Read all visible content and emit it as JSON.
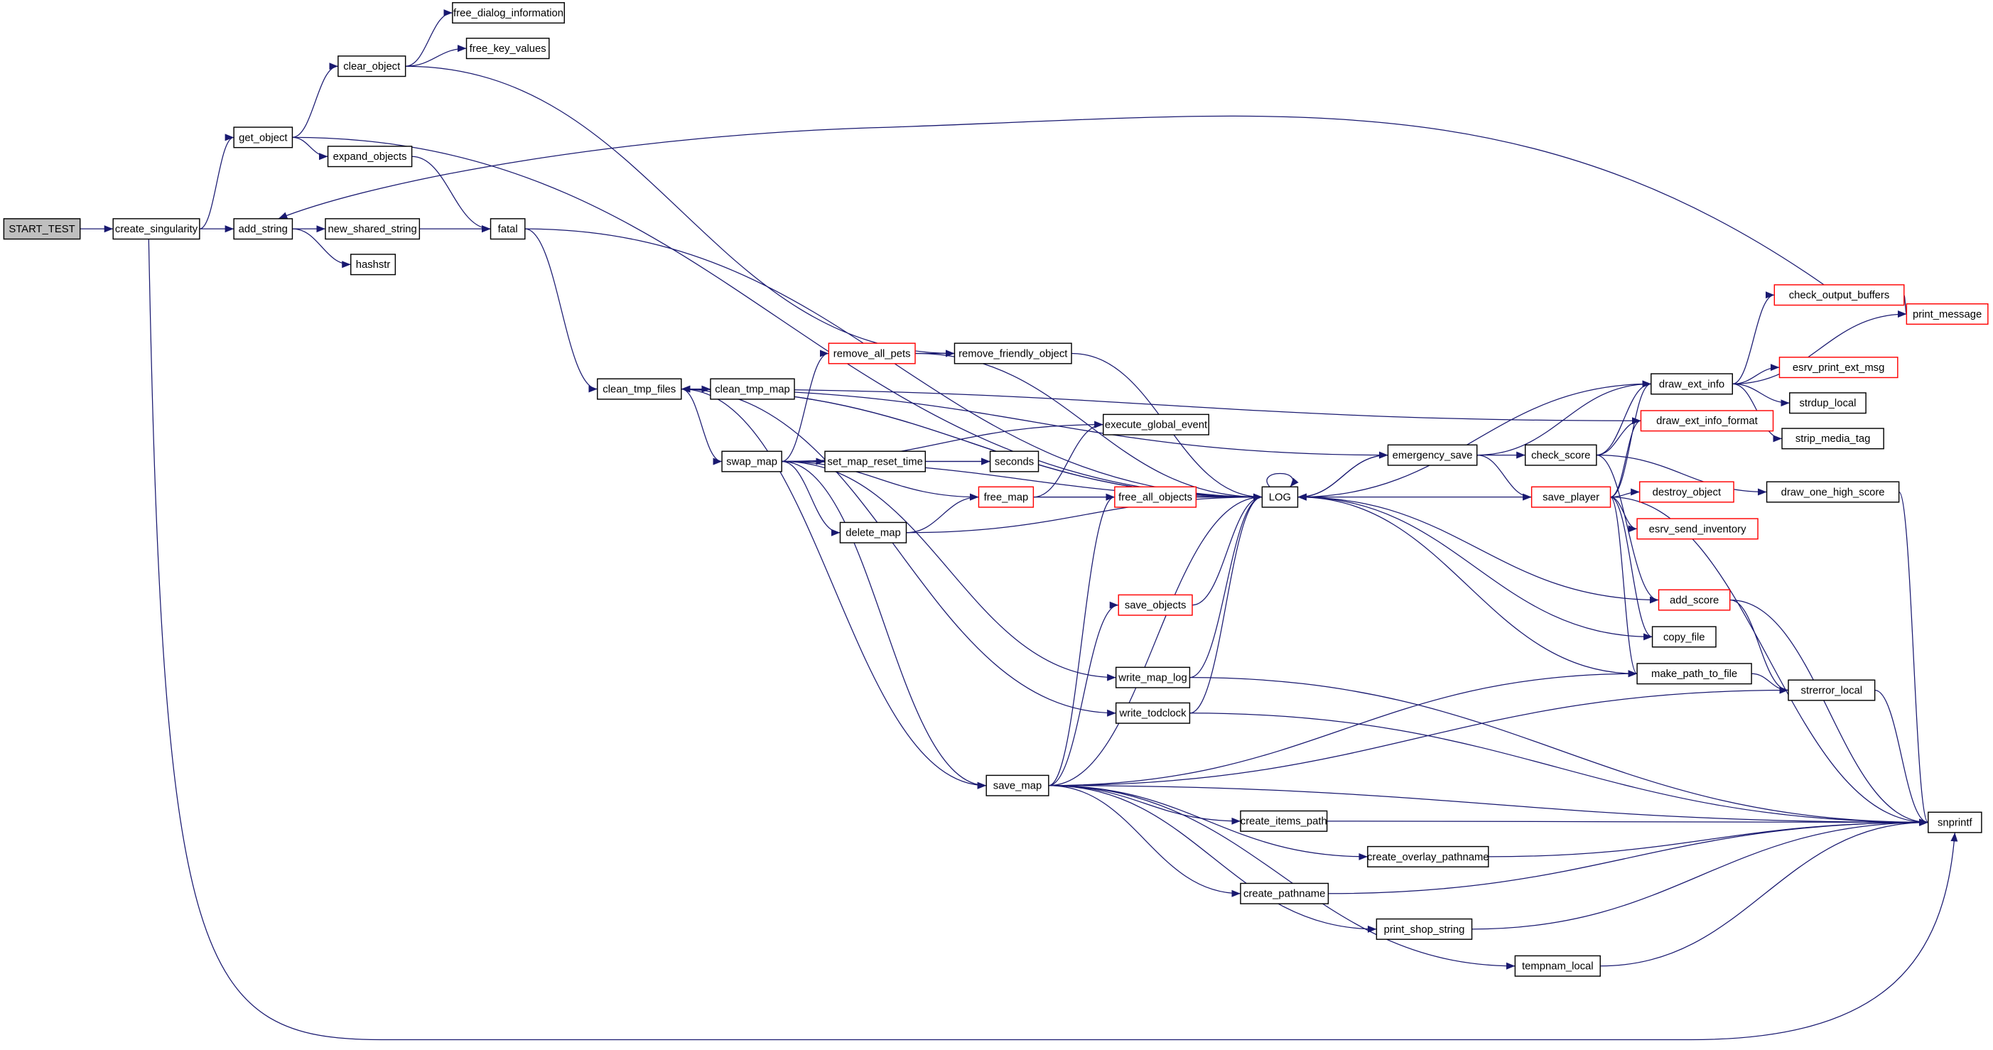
{
  "graph": {
    "type": "call-graph",
    "edge_color": "#191970",
    "truncated_border_color": "#ff0000",
    "root_fill": "#bfbfbf",
    "nodes": [
      {
        "id": "START_TEST",
        "label": "START_TEST",
        "root": true
      },
      {
        "id": "create_singularity",
        "label": "create_singularity"
      },
      {
        "id": "get_object",
        "label": "get_object"
      },
      {
        "id": "clear_object",
        "label": "clear_object"
      },
      {
        "id": "free_dialog_information",
        "label": "free_dialog_information"
      },
      {
        "id": "free_key_values",
        "label": "free_key_values"
      },
      {
        "id": "expand_objects",
        "label": "expand_objects"
      },
      {
        "id": "add_string",
        "label": "add_string"
      },
      {
        "id": "new_shared_string",
        "label": "new_shared_string"
      },
      {
        "id": "hashstr",
        "label": "hashstr"
      },
      {
        "id": "fatal",
        "label": "fatal"
      },
      {
        "id": "clean_tmp_files",
        "label": "clean_tmp_files"
      },
      {
        "id": "clean_tmp_map",
        "label": "clean_tmp_map"
      },
      {
        "id": "swap_map",
        "label": "swap_map"
      },
      {
        "id": "remove_all_pets",
        "label": "remove_all_pets",
        "truncated": true
      },
      {
        "id": "remove_friendly_object",
        "label": "remove_friendly_object"
      },
      {
        "id": "execute_global_event",
        "label": "execute_global_event"
      },
      {
        "id": "set_map_reset_time",
        "label": "set_map_reset_time"
      },
      {
        "id": "seconds",
        "label": "seconds"
      },
      {
        "id": "free_map",
        "label": "free_map",
        "truncated": true
      },
      {
        "id": "free_all_objects",
        "label": "free_all_objects",
        "truncated": true
      },
      {
        "id": "delete_map",
        "label": "delete_map"
      },
      {
        "id": "LOG",
        "label": "LOG"
      },
      {
        "id": "emergency_save",
        "label": "emergency_save"
      },
      {
        "id": "save_objects",
        "label": "save_objects",
        "truncated": true
      },
      {
        "id": "write_map_log",
        "label": "write_map_log"
      },
      {
        "id": "write_todclock",
        "label": "write_todclock"
      },
      {
        "id": "save_map",
        "label": "save_map"
      },
      {
        "id": "create_items_path",
        "label": "create_items_path"
      },
      {
        "id": "create_overlay_pathname",
        "label": "create_overlay_pathname"
      },
      {
        "id": "create_pathname",
        "label": "create_pathname"
      },
      {
        "id": "print_shop_string",
        "label": "print_shop_string"
      },
      {
        "id": "tempnam_local",
        "label": "tempnam_local"
      },
      {
        "id": "snprintf",
        "label": "snprintf"
      },
      {
        "id": "check_score",
        "label": "check_score"
      },
      {
        "id": "save_player",
        "label": "save_player",
        "truncated": true
      },
      {
        "id": "draw_ext_info",
        "label": "draw_ext_info"
      },
      {
        "id": "draw_ext_info_format",
        "label": "draw_ext_info_format",
        "truncated": true
      },
      {
        "id": "check_output_buffers",
        "label": "check_output_buffers",
        "truncated": true
      },
      {
        "id": "print_message",
        "label": "print_message",
        "truncated": true
      },
      {
        "id": "esrv_print_ext_msg",
        "label": "esrv_print_ext_msg",
        "truncated": true
      },
      {
        "id": "strdup_local",
        "label": "strdup_local"
      },
      {
        "id": "strip_media_tag",
        "label": "strip_media_tag"
      },
      {
        "id": "draw_one_high_score",
        "label": "draw_one_high_score"
      },
      {
        "id": "destroy_object",
        "label": "destroy_object",
        "truncated": true
      },
      {
        "id": "esrv_send_inventory",
        "label": "esrv_send_inventory",
        "truncated": true
      },
      {
        "id": "add_score",
        "label": "add_score",
        "truncated": true
      },
      {
        "id": "copy_file",
        "label": "copy_file"
      },
      {
        "id": "make_path_to_file",
        "label": "make_path_to_file"
      },
      {
        "id": "strerror_local",
        "label": "strerror_local"
      }
    ],
    "edges": [
      [
        "START_TEST",
        "create_singularity"
      ],
      [
        "create_singularity",
        "get_object"
      ],
      [
        "create_singularity",
        "add_string"
      ],
      [
        "create_singularity",
        "snprintf"
      ],
      [
        "get_object",
        "clear_object"
      ],
      [
        "get_object",
        "expand_objects"
      ],
      [
        "get_object",
        "LOG"
      ],
      [
        "clear_object",
        "free_dialog_information"
      ],
      [
        "clear_object",
        "free_key_values"
      ],
      [
        "clear_object",
        "remove_friendly_object"
      ],
      [
        "expand_objects",
        "fatal"
      ],
      [
        "add_string",
        "new_shared_string"
      ],
      [
        "add_string",
        "hashstr"
      ],
      [
        "new_shared_string",
        "fatal"
      ],
      [
        "fatal",
        "LOG"
      ],
      [
        "fatal",
        "clean_tmp_files"
      ],
      [
        "check_output_buffers",
        "add_string"
      ],
      [
        "check_output_buffers",
        "print_message"
      ],
      [
        "clean_tmp_files",
        "clean_tmp_map"
      ],
      [
        "clean_tmp_files",
        "swap_map"
      ],
      [
        "clean_tmp_files",
        "save_map"
      ],
      [
        "clean_tmp_files",
        "write_todclock"
      ],
      [
        "clean_tmp_files",
        "LOG"
      ],
      [
        "clean_tmp_files",
        "emergency_save"
      ],
      [
        "LOG",
        "clean_tmp_files"
      ],
      [
        "draw_ext_info_format",
        "clean_tmp_files"
      ],
      [
        "swap_map",
        "remove_all_pets"
      ],
      [
        "swap_map",
        "execute_global_event"
      ],
      [
        "swap_map",
        "seconds"
      ],
      [
        "swap_map",
        "set_map_reset_time"
      ],
      [
        "swap_map",
        "free_map"
      ],
      [
        "swap_map",
        "delete_map"
      ],
      [
        "swap_map",
        "LOG"
      ],
      [
        "swap_map",
        "write_map_log"
      ],
      [
        "swap_map",
        "save_map"
      ],
      [
        "remove_all_pets",
        "remove_friendly_object"
      ],
      [
        "remove_all_pets",
        "LOG"
      ],
      [
        "remove_friendly_object",
        "LOG"
      ],
      [
        "set_map_reset_time",
        "seconds"
      ],
      [
        "free_map",
        "execute_global_event"
      ],
      [
        "free_map",
        "free_all_objects"
      ],
      [
        "free_map",
        "LOG"
      ],
      [
        "free_all_objects",
        "LOG"
      ],
      [
        "delete_map",
        "free_map"
      ],
      [
        "delete_map",
        "LOG"
      ],
      [
        "save_map",
        "free_all_objects"
      ],
      [
        "save_map",
        "save_objects"
      ],
      [
        "save_map",
        "LOG"
      ],
      [
        "save_map",
        "make_path_to_file"
      ],
      [
        "save_map",
        "strerror_local"
      ],
      [
        "save_map",
        "create_items_path"
      ],
      [
        "save_map",
        "create_overlay_pathname"
      ],
      [
        "save_map",
        "create_pathname"
      ],
      [
        "save_map",
        "print_shop_string"
      ],
      [
        "save_map",
        "tempnam_local"
      ],
      [
        "save_map",
        "snprintf"
      ],
      [
        "save_objects",
        "LOG"
      ],
      [
        "write_map_log",
        "LOG"
      ],
      [
        "write_map_log",
        "snprintf"
      ],
      [
        "write_todclock",
        "LOG"
      ],
      [
        "write_todclock",
        "snprintf"
      ],
      [
        "LOG",
        "LOG"
      ],
      [
        "LOG",
        "emergency_save"
      ],
      [
        "emergency_save",
        "LOG"
      ],
      [
        "emergency_save",
        "check_score"
      ],
      [
        "emergency_save",
        "save_player"
      ],
      [
        "emergency_save",
        "draw_ext_info"
      ],
      [
        "check_score",
        "draw_ext_info"
      ],
      [
        "check_score",
        "draw_ext_info_format"
      ],
      [
        "check_score",
        "add_score"
      ],
      [
        "check_score",
        "draw_one_high_score"
      ],
      [
        "save_player",
        "LOG"
      ],
      [
        "save_player",
        "draw_ext_info"
      ],
      [
        "save_player",
        "draw_ext_info_format"
      ],
      [
        "save_player",
        "destroy_object"
      ],
      [
        "save_player",
        "esrv_send_inventory"
      ],
      [
        "save_player",
        "copy_file"
      ],
      [
        "save_player",
        "make_path_to_file"
      ],
      [
        "save_player",
        "snprintf"
      ],
      [
        "draw_ext_info",
        "LOG"
      ],
      [
        "draw_ext_info",
        "check_output_buffers"
      ],
      [
        "draw_ext_info",
        "print_message"
      ],
      [
        "draw_ext_info",
        "esrv_print_ext_msg"
      ],
      [
        "draw_ext_info",
        "strdup_local"
      ],
      [
        "draw_ext_info",
        "strip_media_tag"
      ],
      [
        "add_score",
        "LOG"
      ],
      [
        "add_score",
        "strerror_local"
      ],
      [
        "add_score",
        "snprintf"
      ],
      [
        "copy_file",
        "LOG"
      ],
      [
        "make_path_to_file",
        "LOG"
      ],
      [
        "make_path_to_file",
        "strerror_local"
      ],
      [
        "strerror_local",
        "snprintf"
      ],
      [
        "draw_one_high_score",
        "snprintf"
      ],
      [
        "create_items_path",
        "snprintf"
      ],
      [
        "create_overlay_pathname",
        "snprintf"
      ],
      [
        "create_pathname",
        "snprintf"
      ],
      [
        "print_shop_string",
        "snprintf"
      ],
      [
        "tempnam_local",
        "snprintf"
      ]
    ]
  }
}
